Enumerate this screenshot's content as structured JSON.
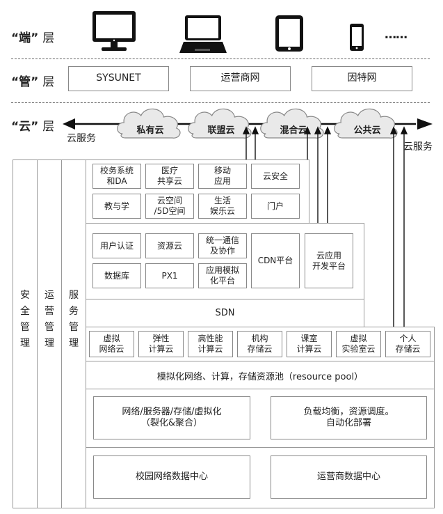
{
  "layers": {
    "duan": "“端”",
    "guan": "“管”",
    "yun": "“云”",
    "ceng": "层"
  },
  "devices": {
    "ellipsis": "……"
  },
  "pipes": [
    "SYSUNET",
    "运营商网",
    "因特网"
  ],
  "clouds": [
    "私有云",
    "联盟云",
    "混合云",
    "公共云"
  ],
  "cloud_service_left": "云服务",
  "cloud_service_right": "云服务",
  "side_columns": [
    "安\n全\n管\n理",
    "运\n营\n管\n理",
    "服\n务\n管\n理"
  ],
  "apps": [
    "校务系统\n和DA",
    "医疗\n共享云",
    "移动\n应用",
    "云安全",
    "教与学",
    "云空间\n/5D空间",
    "生活\n娱乐云",
    "门户"
  ],
  "platform": [
    "用户认证",
    "资源云",
    "统一通信\n及协作",
    "数据库",
    "PX1",
    "应用模拟\n化平台",
    "CDN平台",
    "云应用\n开发平台"
  ],
  "sdn": "SDN",
  "iaas": [
    "虚拟\n网络云",
    "弹性\n计算云",
    "高性能\n计算云",
    "机构\n存储云",
    "课室\n计算云",
    "虚拟\n实验室云",
    "个人\n存储云"
  ],
  "resource_pool": "模拟化网络、计算，存储资源池（resource pool）",
  "virtualization": [
    "网络/服务器/存储/虚拟化\n（裂化&聚合）",
    "负载均衡，资源调度。\n自动化部署"
  ],
  "datacenters": [
    "校园网络数据中心",
    "运营商数据中心"
  ]
}
